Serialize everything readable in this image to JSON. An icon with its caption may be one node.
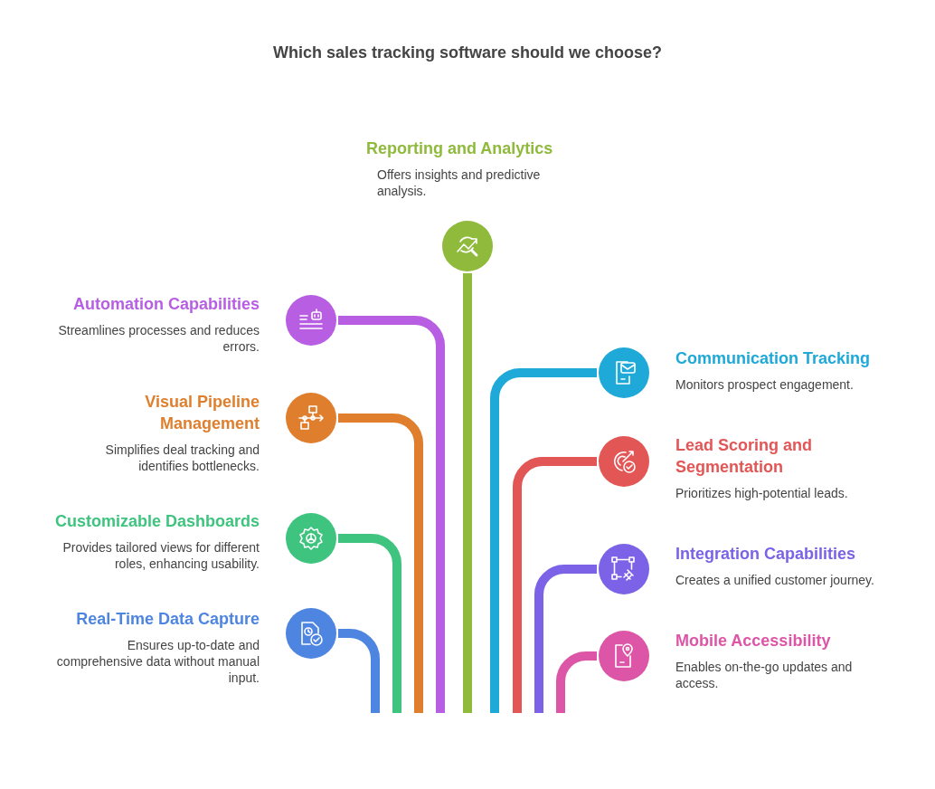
{
  "diagram": {
    "title": "Which sales tracking software should we choose?",
    "nodes": [
      {
        "text": [
          "Reporting and Analytics",
          "Offers insights and predictive analysis."
        ]
      },
      {
        "text": [
          "Automation Capabilities",
          "Streamlines processes and reduces errors."
        ]
      },
      {
        "text": [
          "Visual Pipeline Management",
          "Simplifies deal tracking and identifies bottlenecks."
        ]
      },
      {
        "text": [
          "Customizable Dashboards",
          "Provides tailored views for different roles, enhancing usability."
        ]
      },
      {
        "text": [
          "Real-Time Data Capture",
          "Ensures up-to-date and comprehensive data without manual input."
        ]
      },
      {
        "text": [
          "Communication Tracking",
          "Monitors prospect engagement."
        ]
      },
      {
        "text": [
          "Lead Scoring and Segmentation",
          "Prioritizes high-potential leads."
        ]
      },
      {
        "text": [
          "Integration Capabilities",
          "Creates a unified customer journey."
        ]
      },
      {
        "text": [
          "Mobile Accessibility",
          "Enables on-the-go updates and access."
        ]
      }
    ],
    "edges": [
      {
        "from": 0,
        "to": null,
        "arrow": "none",
        "color": "#8fba3b"
      },
      {
        "from": 1,
        "to": null,
        "arrow": "none",
        "color": "#b75ee3"
      },
      {
        "from": 2,
        "to": null,
        "arrow": "none",
        "color": "#df7f2e"
      },
      {
        "from": 3,
        "to": null,
        "arrow": "none",
        "color": "#3ec47e"
      },
      {
        "from": 4,
        "to": null,
        "arrow": "none",
        "color": "#4d85e1"
      },
      {
        "from": 5,
        "to": null,
        "arrow": "none",
        "color": "#1fa9d9"
      },
      {
        "from": 6,
        "to": null,
        "arrow": "none",
        "color": "#e35656"
      },
      {
        "from": 7,
        "to": null,
        "arrow": "none",
        "color": "#7b62e6"
      },
      {
        "from": 8,
        "to": null,
        "arrow": "none",
        "color": "#dd55a6"
      }
    ]
  }
}
